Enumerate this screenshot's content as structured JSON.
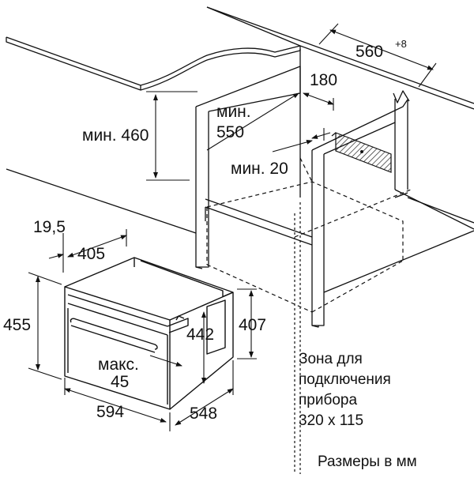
{
  "dimensions": {
    "cabinet_width": "560",
    "cabinet_width_tol": "+8",
    "depth_180": "180",
    "min_height_label": "мин. 460",
    "min_depth_label_1": "мин.",
    "min_depth_label_2": "550",
    "min_gap_label": "мин. 20",
    "front_offset": "19,5",
    "body_depth": "405",
    "total_height": "455",
    "inner_height": "442",
    "niche_height": "407",
    "max_label_1": "макс.",
    "max_label_2": "45",
    "total_width": "594",
    "total_depth": "548"
  },
  "notes": {
    "zone_line1": "Зона для",
    "zone_line2": "подключения",
    "zone_line3": "прибора",
    "zone_line4": "320 x 115",
    "units": "Размеры в мм"
  }
}
